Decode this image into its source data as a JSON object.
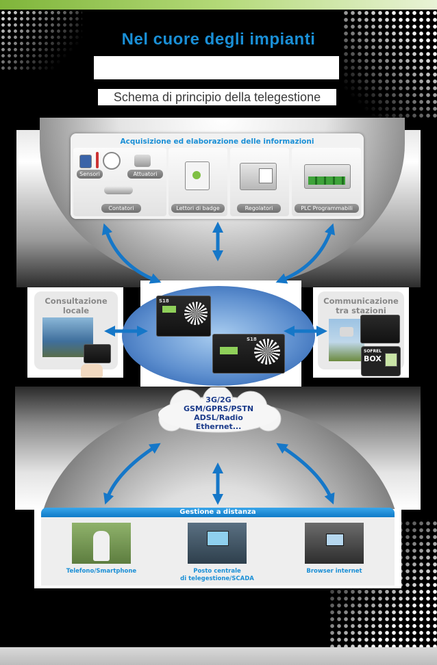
{
  "title": "Nel cuore degli impianti",
  "subtitle": "Schema di principio della telegestione",
  "acquisition": {
    "title": "Acquisizione ed elaborazione delle informazioni",
    "labels": [
      "Sensori",
      "Attuatori",
      "Contatori",
      "Lettori di badge",
      "Regolatori",
      "PLC Programmabili"
    ]
  },
  "local": {
    "title_line1": "Consultazione",
    "title_line2": "locale"
  },
  "stations": {
    "title_line1": "Communicazione",
    "title_line2": "tra stazioni"
  },
  "devices": {
    "s18_label": "S18",
    "box_line1": "SOFREL",
    "box_line2": "BOX"
  },
  "network": [
    "3G/2G",
    "GSM/GPRS/PSTN",
    "ADSL/Radio",
    "Ethernet..."
  ],
  "remote": {
    "title": "Gestione a distanza",
    "phone": "Telefono/Smartphone",
    "central_line1": "Posto centrale",
    "central_line2": "di telegestione/SCADA",
    "browser": "Browser internet"
  },
  "colors": {
    "accent_blue": "#1a8fd6",
    "top_bar_green": "#7fb53a",
    "arrow_blue": "#1577c8"
  }
}
